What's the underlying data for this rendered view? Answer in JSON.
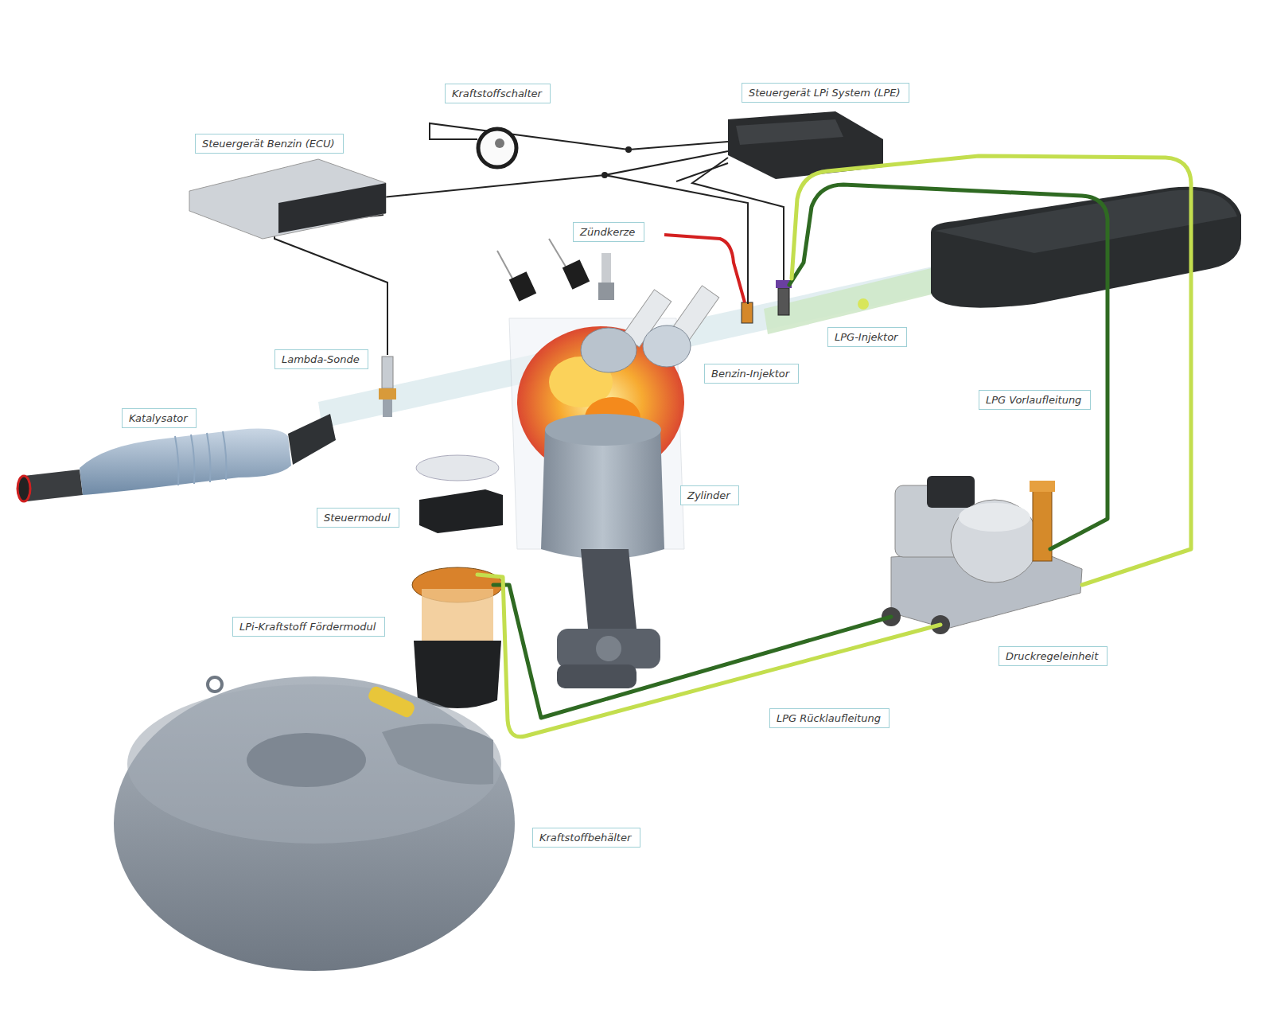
{
  "diagram": {
    "nodes": [
      {
        "text": [
          "Kraftstoffschalter"
        ]
      },
      {
        "text": [
          "Steuergerät LPi System (LPE)"
        ]
      },
      {
        "text": [
          "Steuergerät Benzin (ECU)"
        ]
      },
      {
        "text": [
          "Zündkerze"
        ]
      },
      {
        "text": [
          "Lambda-Sonde"
        ]
      },
      {
        "text": [
          "LPG-Injektor"
        ]
      },
      {
        "text": [
          "Benzin-Injektor"
        ]
      },
      {
        "text": [
          "Katalysator"
        ]
      },
      {
        "text": [
          "LPG Vorlaufleitung"
        ]
      },
      {
        "text": [
          "Zylinder"
        ]
      },
      {
        "text": [
          "Steuermodul"
        ]
      },
      {
        "text": [
          "LPi-Kraftstoff Fördermodul"
        ]
      },
      {
        "text": [
          "Druckregeleinheit"
        ]
      },
      {
        "text": [
          "LPG Rücklaufleitung"
        ]
      },
      {
        "text": [
          "Kraftstoffbehälter"
        ]
      }
    ]
  }
}
